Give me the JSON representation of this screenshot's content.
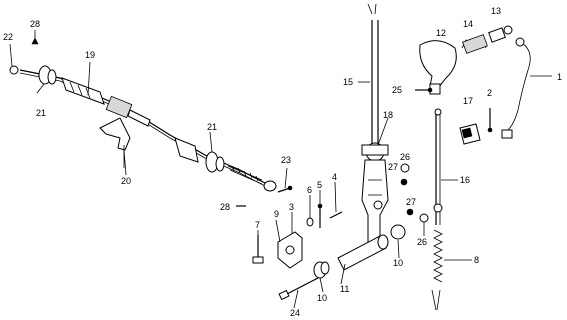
{
  "diagram": {
    "labels": {
      "n1": "1",
      "n2": "2",
      "n3": "3",
      "n4": "4",
      "n5": "5",
      "n6": "6",
      "n7": "7",
      "n8": "8",
      "n9": "9",
      "n10a": "10",
      "n10b": "10",
      "n11": "11",
      "n12": "12",
      "n13": "13",
      "n14": "14",
      "n15": "15",
      "n16": "16",
      "n17": "17",
      "n18": "18",
      "n19": "19",
      "n20": "20",
      "n21a": "21",
      "n21b": "21",
      "n22": "22",
      "n23": "23",
      "n24": "24",
      "n25": "25",
      "n26a": "26",
      "n26b": "26",
      "n27a": "27",
      "n27b": "27",
      "n28a": "28",
      "n28b": "28"
    }
  }
}
